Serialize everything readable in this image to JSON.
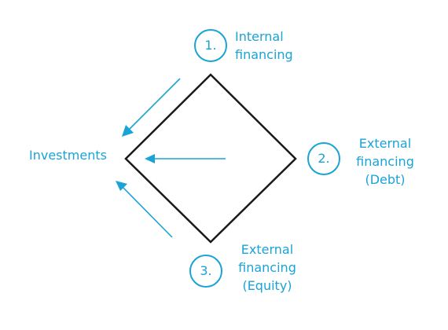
{
  "colors": {
    "accent": "#1aa3d6",
    "outline": "#1a1a1a"
  },
  "diagram": {
    "target": {
      "label": "Investments"
    },
    "sources": [
      {
        "number": "1.",
        "line1": "Internal",
        "line2": "financing",
        "line3": ""
      },
      {
        "number": "2.",
        "line1": "External",
        "line2": "financing",
        "line3": "(Debt)"
      },
      {
        "number": "3.",
        "line1": "External",
        "line2": "financing",
        "line3": "(Equity)"
      }
    ]
  }
}
